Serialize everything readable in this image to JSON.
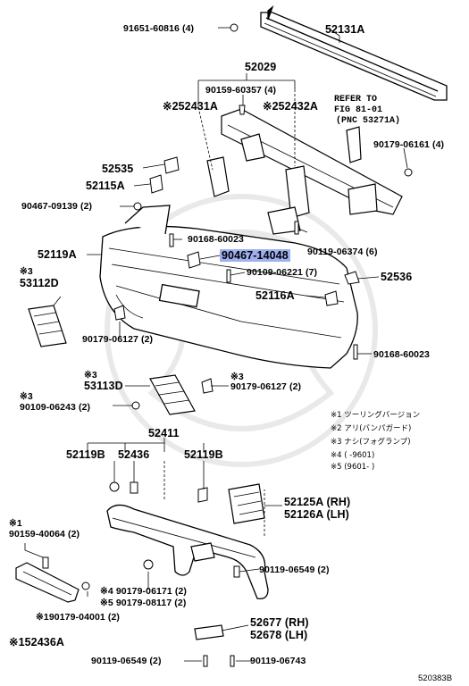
{
  "labels": {
    "p91651": "91651-60816 (4)",
    "p52131a": "52131A",
    "p52029": "52029",
    "p90159_60357": "90159-60357 (4)",
    "p52431a": "※252431A",
    "p52432a": "※252432A",
    "p90179_06161": "90179-06161 (4)",
    "p52535": "52535",
    "p52115a": "52115A",
    "p90467_09139": "90467-09139 (2)",
    "p90168_60023a": "90168-60023",
    "p52119a": "52119A",
    "p90467_14048": "90467-14048",
    "p90119_06374": "90119-06374 (6)",
    "p90109_06221": "90109-06221 (7)",
    "p52536": "52536",
    "p52116a": "52116A",
    "p53112d_mark": "※3",
    "p53112d": "53112D",
    "p90179_06127a": "90179-06127 (2)",
    "p90168_60023b": "90168-60023",
    "p53113d_mark": "※3",
    "p53113d": "53113D",
    "p90179_06127b": "90179-06127 (2)",
    "p90179_06127b_mark": "※3",
    "p90109_06243_mark": "※3",
    "p90109_06243": "90109-06243 (2)",
    "p52411": "52411",
    "p52119b_l": "52119B",
    "p52436": "52436",
    "p52119b_r": "52119B",
    "p52125a": "52125A (RH)",
    "p52126a": "52126A (LH)",
    "p90159_40064_mark": "※1",
    "p90159_40064": "90159-40064 (2)",
    "p90119_06549a": "90119-06549 (2)",
    "p90179_06171": "※4 90179-06171 (2)",
    "p90179_08117": "※5 90179-08117 (2)",
    "p190179_04001": "※190179-04001 (2)",
    "p52436a": "※152436A",
    "p52677": "52677 (RH)",
    "p52678": "52678 (LH)",
    "p90119_06549b": "90119-06549 (2)",
    "p90119_06743": "90119-06743",
    "fig_code": "520383B"
  },
  "refer": {
    "line1": "REFER TO",
    "line2": "FIG 81-01",
    "line3": "(PNC 53271A)"
  },
  "notes": {
    "n1": "※1 ツーリングバージョン",
    "n2": "※2 アリ(バンパガード)",
    "n3": "※3 ナシ(フォグランプ)",
    "n4": "※4 (        -9601)",
    "n5": "※5 (9601-        )"
  },
  "highlight_color": "#9fb0f0"
}
